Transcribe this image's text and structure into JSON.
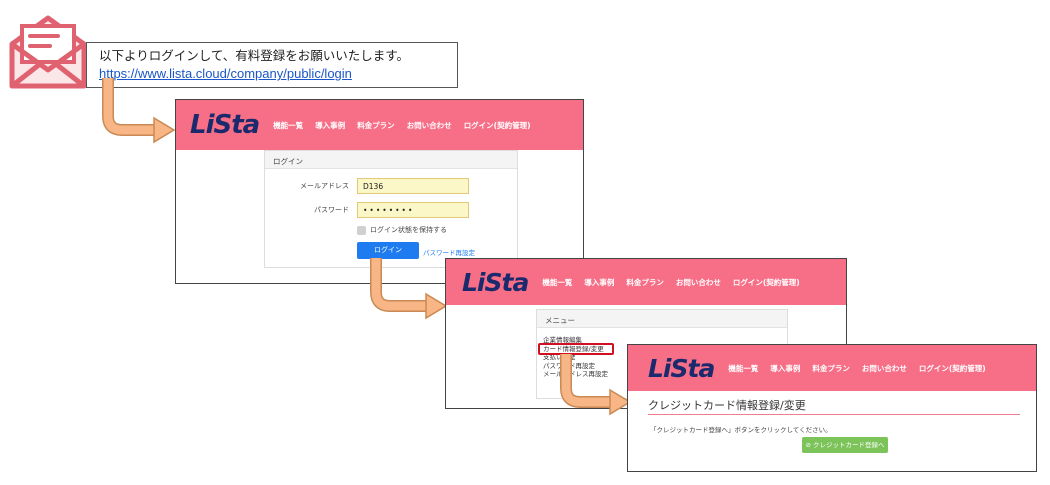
{
  "email": {
    "message": "以下よりログインして、有料登録をお願いいたします。",
    "link": "https://www.lista.cloud/company/public/login"
  },
  "brand": {
    "logo_text": "LiSta",
    "header_color": "#f76e87",
    "logo_color": "#1a2a6c"
  },
  "nav": [
    "機能一覧",
    "導入事例",
    "料金プラン",
    "お問い合わせ",
    "ログイン(契約管理)"
  ],
  "login": {
    "panel_title": "ログイン",
    "email_label": "メールアドレス",
    "email_value": "D136",
    "password_label": "パスワード",
    "password_value": "••••••••",
    "remember_label": "ログイン状態を保持する",
    "login_button": "ログイン",
    "reset_link": "パスワード再設定"
  },
  "menu": {
    "panel_title": "メニュー",
    "items": [
      "企業情報編集",
      "カード情報登録/変更",
      "支払い履歴",
      "パスワード再設定",
      "メールアドレス再設定"
    ]
  },
  "card": {
    "title": "クレジットカード情報登録/変更",
    "description": "「クレジットカード登録へ」ボタンをクリックしてください。",
    "button": "クレジットカード登録へ",
    "button_color": "#7cc35a"
  }
}
